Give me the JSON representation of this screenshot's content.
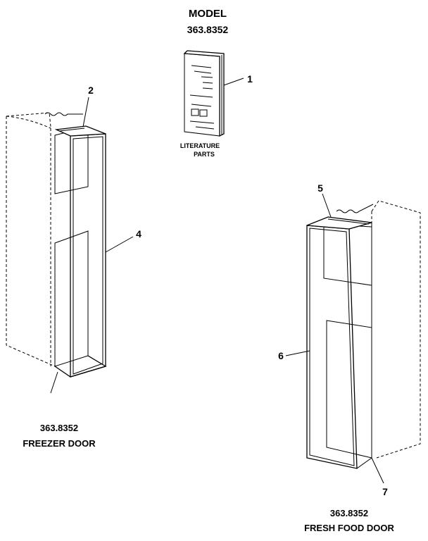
{
  "header": {
    "title": "MODEL",
    "model_number": "363.8352"
  },
  "literature": {
    "line1": "LITERATURE",
    "line2": "PARTS"
  },
  "callouts": [
    "1",
    "2",
    "4",
    "5",
    "6",
    "7"
  ],
  "freezer_door": {
    "model": "363.8352",
    "name": "FREEZER DOOR"
  },
  "fresh_food_door": {
    "model": "363.8352",
    "name": "FRESH FOOD DOOR"
  }
}
